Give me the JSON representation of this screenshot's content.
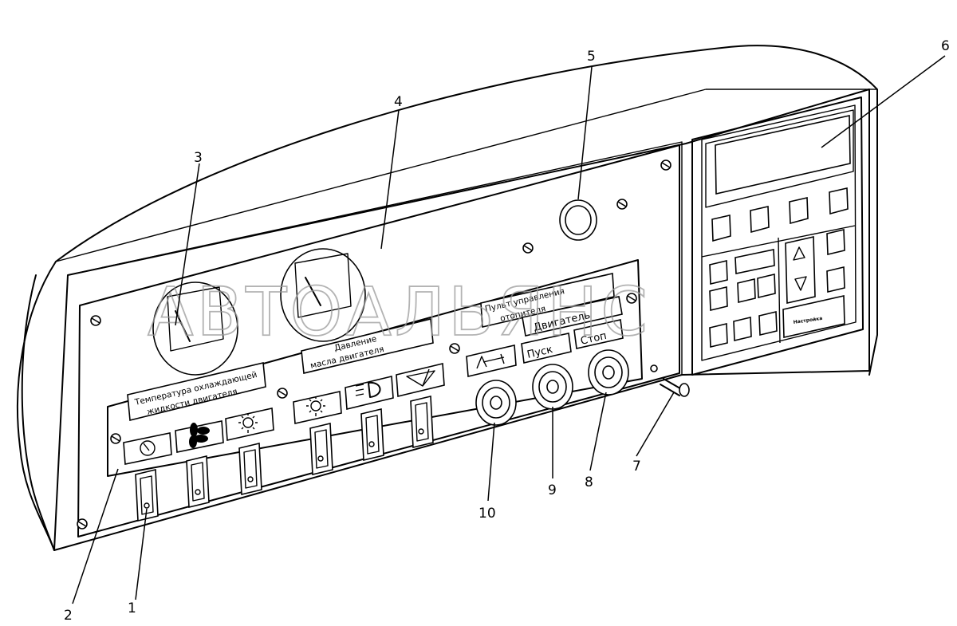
{
  "watermark": "АВТОАЛЬЯНС",
  "plates": {
    "coolant_line1": "Температура охлаждающей",
    "coolant_line2": "жидкости двигателя",
    "oil_line1": "Давление",
    "oil_line2": "масла двигателя",
    "heater_line1": "Пульт управления",
    "heater_line2": "отопителя"
  },
  "heater_buttons": {
    "engine": "Двигатель",
    "start": "Пуск",
    "stop": "Стоп"
  },
  "display_module": {
    "settings_label": "Настройка"
  },
  "callouts": {
    "c1": "1",
    "c2": "2",
    "c3": "3",
    "c4": "4",
    "c5": "5",
    "c6": "6",
    "c7": "7",
    "c8": "8",
    "c9": "9",
    "c10": "10"
  },
  "icons": {
    "gauge": "gauge-icon",
    "fan": "fan-icon",
    "lamp": "lamp-icon",
    "sun": "sun-icon",
    "headlight": "headlight-icon",
    "wiper": "wiper-icon",
    "heater": "heater-icon"
  }
}
